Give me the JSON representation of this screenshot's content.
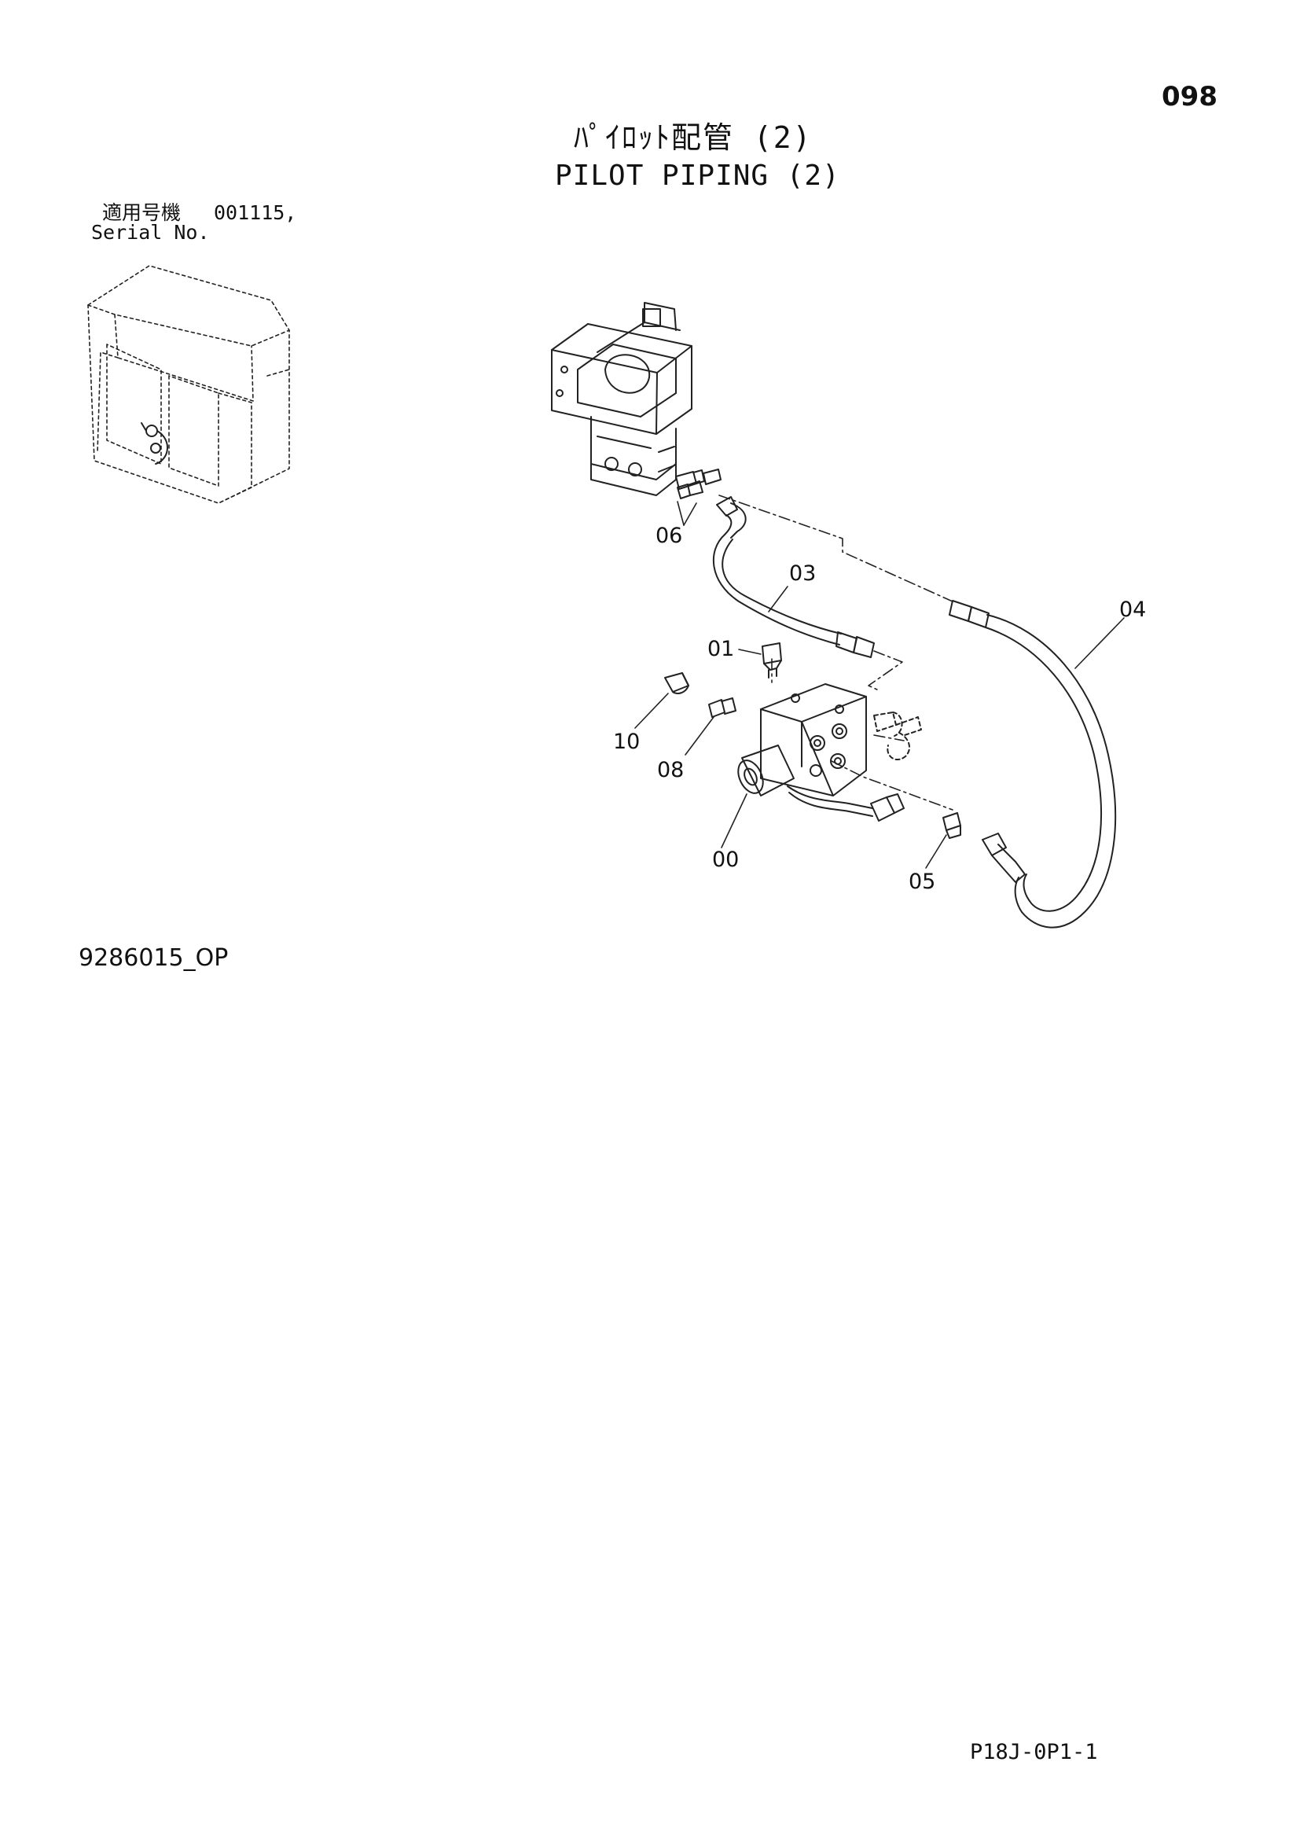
{
  "header": {
    "page_number": "098",
    "title_jp": "ﾊﾟｲﾛｯﾄ配管 (2)",
    "title_en": "PILOT PIPING (2)"
  },
  "serial": {
    "label_jp": "適用号機",
    "label_en": "Serial No.",
    "number": "001115,"
  },
  "callouts": {
    "c00": "00",
    "c01": "01",
    "c03": "03",
    "c04": "04",
    "c05": "05",
    "c06": "06",
    "c08": "08",
    "c10": "10"
  },
  "footer": {
    "drawing_code": "9286015_OP",
    "sheet_code": "P18J-0P1-1"
  }
}
